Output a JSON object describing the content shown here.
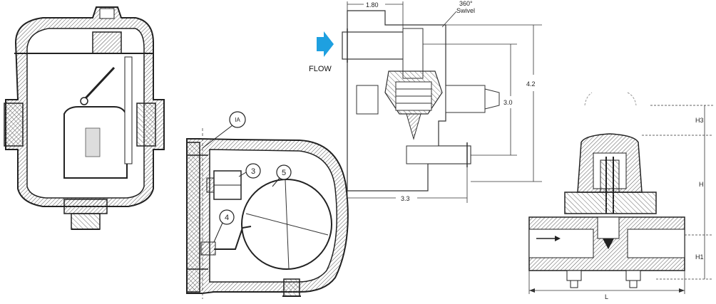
{
  "inverted_bucket_trap": {},
  "float_trap": {
    "callouts": [
      "IA",
      "3",
      "4",
      "5"
    ]
  },
  "thermostatic_trap": {
    "flow_label": "FLOW",
    "swivel_label": "360°\nSwivel",
    "dims": {
      "top_width": "1.80",
      "height_total": "4.2",
      "inlet_outlet": "3.0",
      "bottom_width": "3.3"
    },
    "colors": {
      "flow_arrow": "#1ea0e0"
    }
  },
  "disc_trap": {
    "dims": {
      "h3": "H3",
      "h": "H",
      "h1": "H1",
      "l": "L"
    }
  }
}
